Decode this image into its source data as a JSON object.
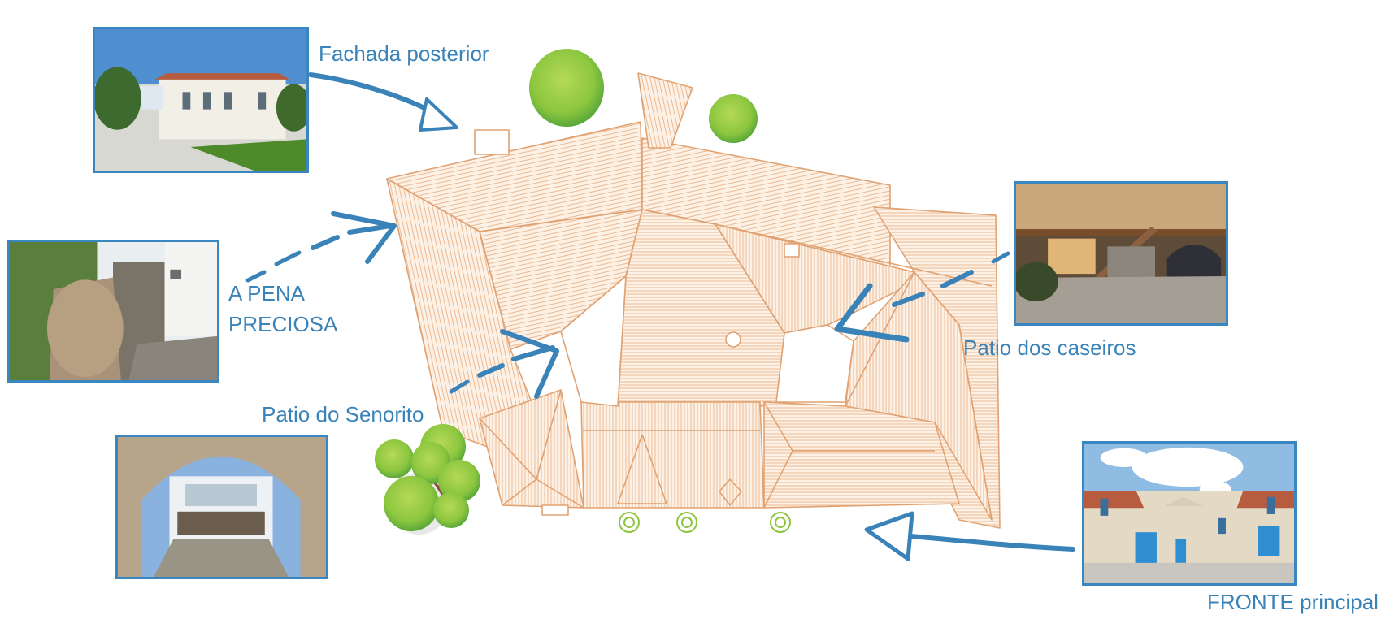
{
  "diagram": {
    "type": "annotated-roof-plan",
    "colors": {
      "accent_blue": "#3a83b8",
      "roof_line": "#e0a272",
      "roof_fill": "#fbe8d8",
      "tree_green": "#8cc63f"
    },
    "labels": {
      "fachada_posterior": "Fachada posterior",
      "pena_line1": "A PENA",
      "pena_line2": "PRECIOSA",
      "patio_senorito": "Patio do Senorito",
      "patio_caseiros": "Patio dos caseiros",
      "fronte_principal": "FRONTE principal"
    },
    "photos": [
      {
        "id": "rear-facade",
        "caption_ref": "Fachada posterior",
        "subject": "white manor house with lawn and paved courtyard"
      },
      {
        "id": "pena-preciosa",
        "caption_ref": "A PENA PRECIOSA",
        "subject": "large rock embedded in stone wall"
      },
      {
        "id": "senorito-patio",
        "caption_ref": "Patio do Senorito",
        "subject": "arched cloister courtyard with stone floor"
      },
      {
        "id": "caseiros-patio",
        "caption_ref": "Patio dos caseiros",
        "subject": "wooden galleries and stairs at night"
      },
      {
        "id": "front-facade",
        "caption_ref": "FRONTE principal",
        "subject": "stone facade with blue doors"
      }
    ]
  }
}
